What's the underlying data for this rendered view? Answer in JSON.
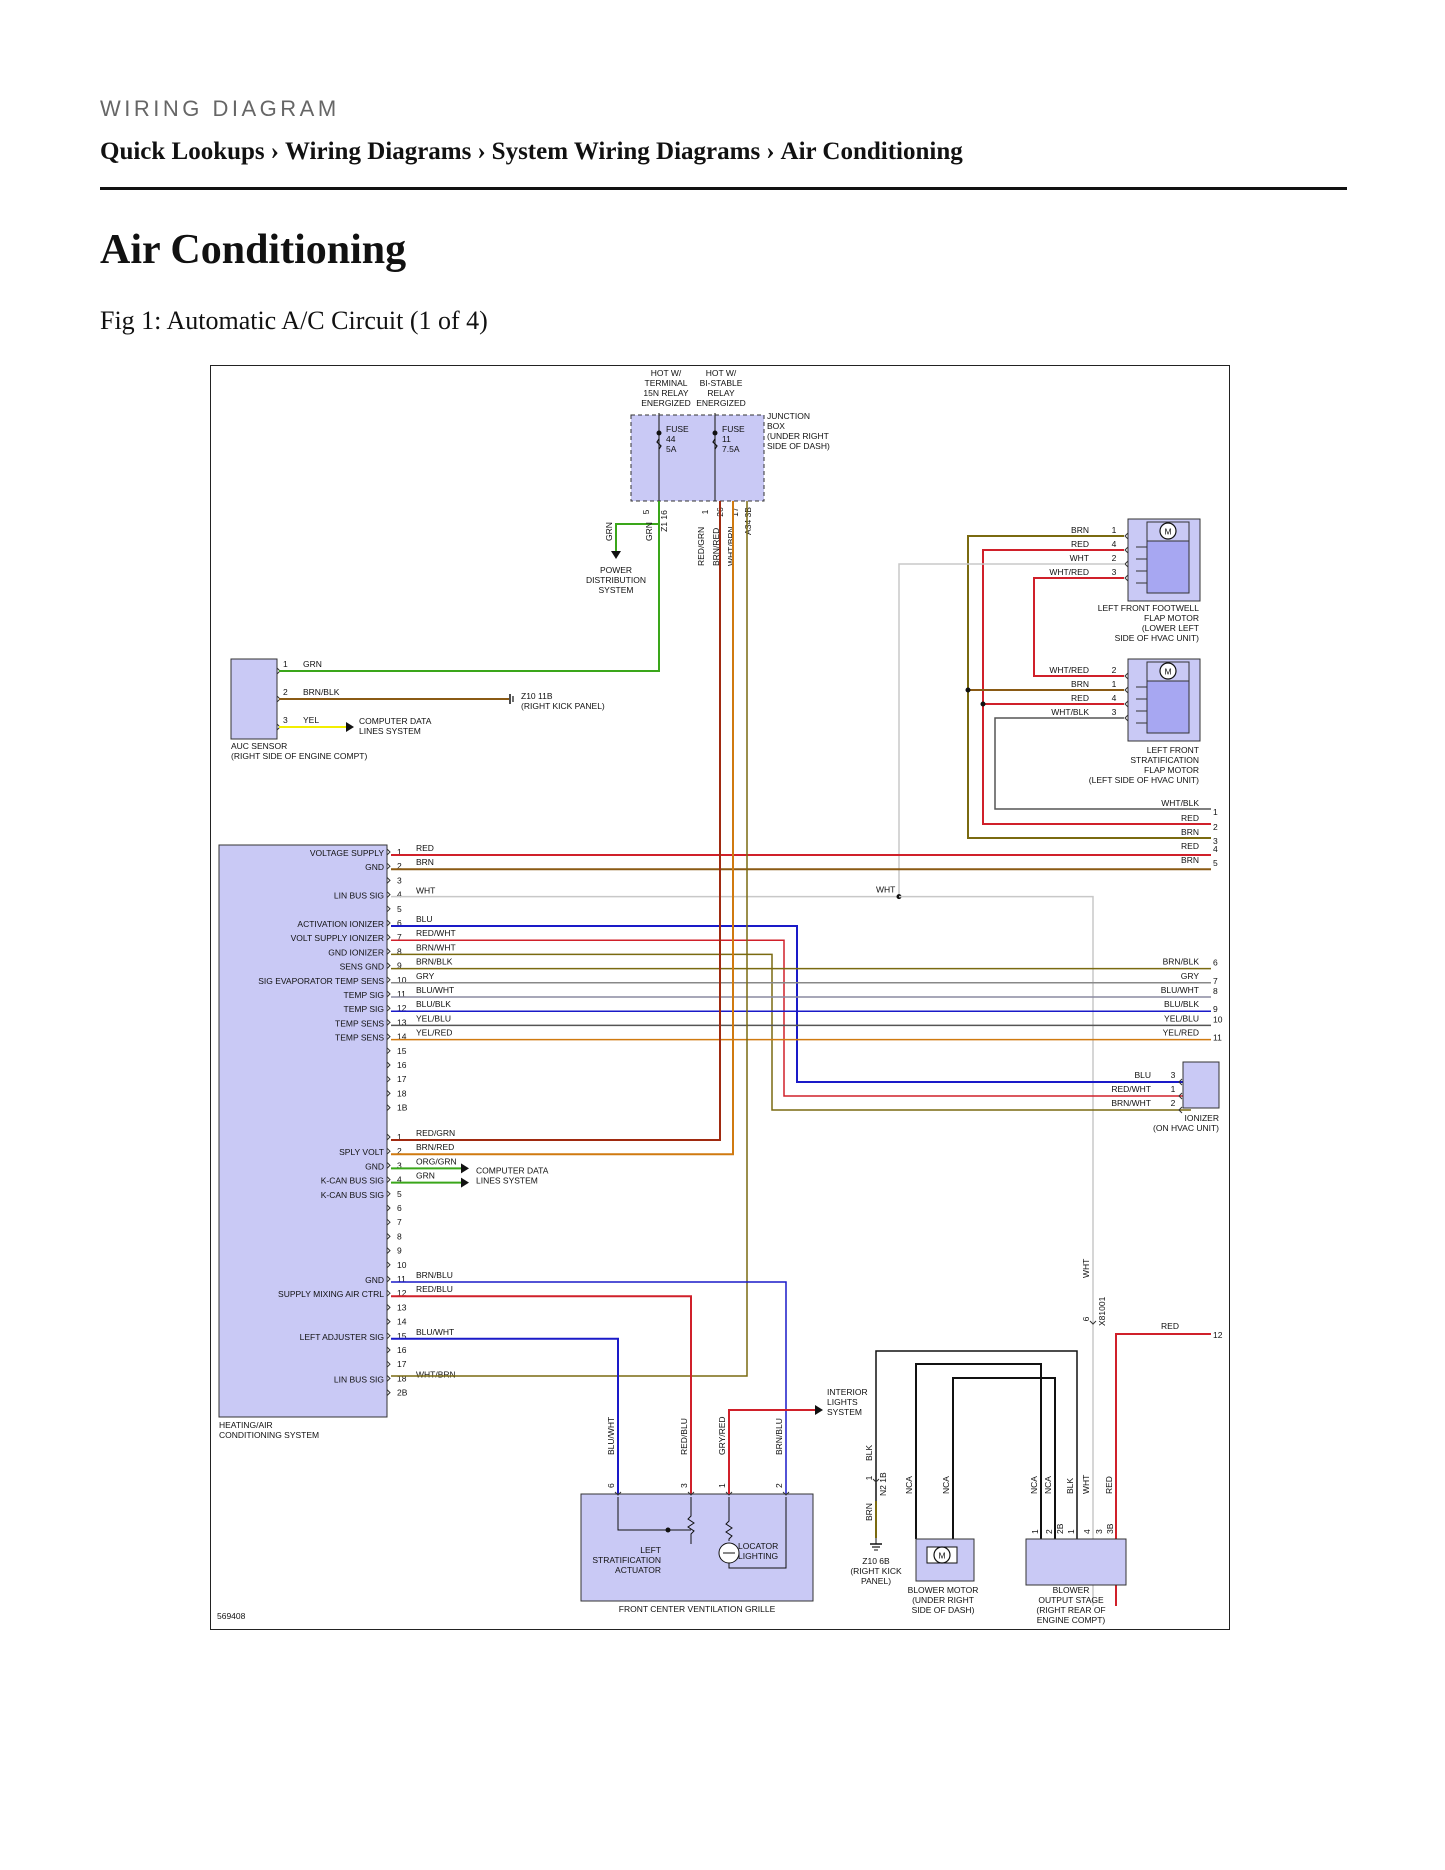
{
  "header": {
    "section_label": "WIRING DIAGRAM",
    "breadcrumb": [
      "Quick Lookups",
      "Wiring Diagrams",
      "System Wiring Diagrams",
      "Air Conditioning"
    ],
    "separator": "›"
  },
  "page": {
    "title": "Air Conditioning",
    "figure_caption": "Fig 1: Automatic A/C Circuit (1 of 4)"
  },
  "diagram": {
    "figure_number": "569408",
    "colors": {
      "component_fill": "#c9c9f5",
      "component_inner": "#a7a7f2",
      "RED": "#d0202a",
      "BRN": "#8a5a14",
      "GRN": "#3aa61a",
      "YEL": "#f2ee00",
      "WHT": "#c8c8c8",
      "BLU": "#1a1ac8",
      "GRY": "#888888",
      "BLK": "#111111",
      "OLIVE": "#7a6a10",
      "ORANGE": "#d07a10",
      "DKRED": "#a02a10"
    },
    "power": {
      "hot1": [
        "HOT W/",
        "TERMINAL",
        "15N RELAY",
        "ENERGIZED"
      ],
      "hot2": [
        "HOT W/",
        "BI-STABLE",
        "RELAY",
        "ENERGIZED"
      ],
      "fuse1": [
        "FUSE",
        "44",
        "5A"
      ],
      "fuse2": [
        "FUSE",
        "11",
        "7.5A"
      ],
      "junction_box": [
        "JUNCTION",
        "BOX",
        "(UNDER RIGHT",
        "SIDE OF DASH)"
      ],
      "pins": [
        "5",
        "1",
        "26",
        "17"
      ],
      "connectors": [
        "Z1 16",
        "A34 3B"
      ],
      "wires": [
        "GRN",
        "GRN",
        "RED/GRN",
        "BRN/RED",
        "WHT/BRN"
      ],
      "power_distribution": [
        "POWER",
        "DISTRIBUTION",
        "SYSTEM"
      ]
    },
    "auc_sensor": {
      "pins": [
        "1",
        "2",
        "3"
      ],
      "wires": [
        "GRN",
        "BRN/BLK",
        "YEL"
      ],
      "name": [
        "AUC SENSOR",
        "(RIGHT SIDE OF ENGINE COMPT)"
      ],
      "ground": [
        "Z10 11B",
        "(RIGHT KICK PANEL)"
      ],
      "computer_data": [
        "COMPUTER DATA",
        "LINES SYSTEM"
      ]
    },
    "footwell_motor": {
      "wires": [
        "BRN",
        "RED",
        "WHT",
        "WHT/RED"
      ],
      "pins": [
        "1",
        "4",
        "2",
        "3"
      ],
      "name": [
        "LEFT FRONT FOOTWELL",
        "FLAP MOTOR",
        "(LOWER LEFT",
        "SIDE OF HVAC UNIT)"
      ]
    },
    "strat_motor": {
      "wires": [
        "WHT/RED",
        "BRN",
        "RED",
        "WHT/BLK"
      ],
      "pins": [
        "2",
        "1",
        "4",
        "3"
      ],
      "name": [
        "LEFT FRONT",
        "STRATIFICATION",
        "FLAP MOTOR",
        "(LEFT SIDE OF HVAC UNIT)"
      ]
    },
    "right_edge": {
      "upper_wires": [
        "WHT/BLK",
        "RED",
        "BRN",
        "RED",
        "BRN"
      ],
      "upper_pins": [
        "1",
        "2",
        "3",
        "4",
        "5"
      ],
      "mid_wires": [
        "BRN/BLK",
        "GRY",
        "BLU/WHT",
        "BLU/BLK",
        "YEL/BLU",
        "YEL/RED"
      ],
      "mid_pins": [
        "6",
        "7",
        "8",
        "9",
        "10",
        "11"
      ]
    },
    "hvac_module": {
      "name": [
        "HEATING/AIR",
        "CONDITIONING SYSTEM"
      ],
      "conn1_pins": [
        "1",
        "2",
        "3",
        "4",
        "5",
        "6",
        "7",
        "8",
        "9",
        "10",
        "11",
        "12",
        "13",
        "14",
        "15",
        "16",
        "17",
        "18",
        "1B"
      ],
      "conn1_wires": [
        "RED",
        "BRN",
        "",
        "WHT",
        "",
        "BLU",
        "RED/WHT",
        "BRN/WHT",
        "BRN/BLK",
        "GRY",
        "BLU/WHT",
        "BLU/BLK",
        "YEL/BLU",
        "YEL/RED",
        "",
        "",
        "",
        "",
        ""
      ],
      "conn1_labels": [
        "VOLTAGE SUPPLY",
        "GND",
        "",
        "LIN BUS SIG",
        "",
        "ACTIVATION IONIZER",
        "VOLT SUPPLY IONIZER",
        "GND IONIZER",
        "SENS GND",
        "SIG EVAPORATOR TEMP SENS",
        "TEMP SIG",
        "TEMP SIG",
        "TEMP SENS",
        "TEMP SENS",
        "",
        "",
        "",
        "",
        ""
      ],
      "conn2_pins": [
        "1",
        "2",
        "3",
        "4",
        "5",
        "6",
        "7",
        "8",
        "9",
        "10",
        "11",
        "12",
        "13",
        "14",
        "15",
        "16",
        "17",
        "18",
        "2B"
      ],
      "conn2_wires": [
        "RED/GRN",
        "BRN/RED",
        "ORG/GRN",
        "GRN",
        "",
        "",
        "",
        "",
        "",
        "",
        "BRN/BLU",
        "RED/BLU",
        "",
        "",
        "BLU/WHT",
        "",
        "",
        "WHT/BRN",
        ""
      ],
      "conn2_labels": [
        "",
        "SPLY VOLT",
        "GND",
        "K-CAN BUS SIG",
        "K-CAN BUS SIG",
        "",
        "",
        "",
        "",
        "",
        "GND",
        "SUPPLY MIXING AIR CTRL",
        "",
        "",
        "LEFT ADJUSTER SIG",
        "",
        "",
        "LIN BUS SIG",
        ""
      ],
      "computer_data": [
        "COMPUTER DATA",
        "LINES SYSTEM"
      ],
      "wht_label": "WHT"
    },
    "ionizer": {
      "wires": [
        "BLU",
        "RED/WHT",
        "BRN/WHT"
      ],
      "pins": [
        "3",
        "1",
        "2"
      ],
      "name": [
        "IONIZER",
        "(ON HVAC UNIT)"
      ]
    },
    "blower_feed": {
      "wire_wht": "WHT",
      "connector": "X81001",
      "pin": "6",
      "wire_red": "RED",
      "pin_red": "12"
    },
    "grille": {
      "wires": [
        "BLU/WHT",
        "RED/BLU",
        "GRY/RED",
        "BRN/BLU"
      ],
      "pins": [
        "6",
        "3",
        "1",
        "2"
      ],
      "actuator": [
        "LEFT",
        "STRATIFICATION",
        "ACTUATOR"
      ],
      "locator": [
        "LOCATOR",
        "LIGHTING"
      ],
      "name": "FRONT CENTER VENTILATION GRILLE",
      "interior": [
        "INTERIOR",
        "LIGHTS",
        "SYSTEM"
      ]
    },
    "blower": {
      "wires": [
        "BLK",
        "NCA",
        "NCA",
        "NCA",
        "NCA",
        "BLK",
        "WHT",
        "RED"
      ],
      "conn_n2": "N2 1B",
      "pin_n2": "1",
      "brn": "BRN",
      "ground": [
        "Z10 6B",
        "(RIGHT KICK",
        "PANEL)"
      ],
      "motor_name": [
        "BLOWER MOTOR",
        "(UNDER RIGHT",
        "SIDE OF DASH)"
      ],
      "stage_pins": [
        "1",
        "2",
        "2B",
        "1",
        "4",
        "3",
        "3B"
      ],
      "stage_name": [
        "BLOWER",
        "OUTPUT STAGE",
        "(RIGHT REAR OF",
        "ENGINE COMPT)"
      ]
    }
  }
}
